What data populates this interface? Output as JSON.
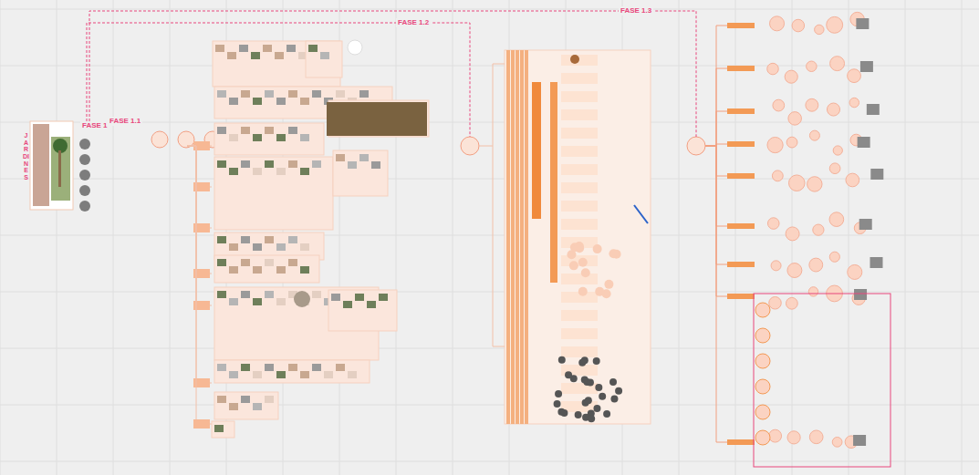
{
  "diagram": {
    "nodes": [
      {
        "text": [
          "JARDINES"
        ]
      },
      {
        "text": [
          "FASE 1"
        ]
      },
      {
        "text": [
          "FASE 1.1"
        ]
      },
      {
        "text": [
          "FASE 1.2"
        ]
      },
      {
        "text": [
          "FASE 1.3"
        ]
      }
    ],
    "edges": [
      {
        "from": 1,
        "to": 2,
        "arrow": "none"
      },
      {
        "from": 1,
        "to": 3,
        "arrow": "none"
      },
      {
        "from": 1,
        "to": 4,
        "arrow": "none"
      }
    ]
  }
}
